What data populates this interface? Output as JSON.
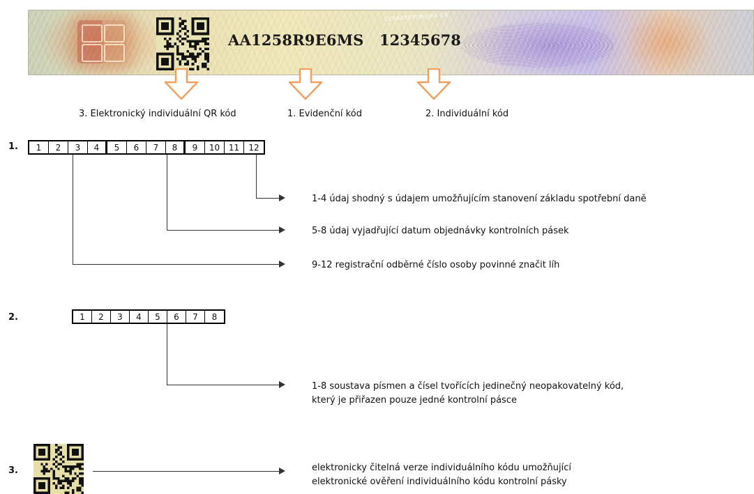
{
  "stamp": {
    "brand_text": "CESKAKEPUBLIKA CR",
    "evidence_code": "AA1258R9E6MS",
    "individual_code": "12345678"
  },
  "labels": {
    "qr": "3. Elektronický individuální QR kód",
    "evidence": "1. Evidenční kód",
    "individual": "2. Individuální kód"
  },
  "section1": {
    "number": "1.",
    "cells": [
      "1",
      "2",
      "3",
      "4",
      "5",
      "6",
      "7",
      "8",
      "9",
      "10",
      "11",
      "12"
    ],
    "descriptions": [
      "1-4 údaj shodný s údajem umožňujícím stanovení základu spotřební daně",
      "5-8 údaj vyjadřující datum objednávky kontrolních pásek",
      "9-12 registrační odběrné číslo osoby povinné značit líh"
    ]
  },
  "section2": {
    "number": "2.",
    "cells": [
      "1",
      "2",
      "3",
      "4",
      "5",
      "6",
      "7",
      "8"
    ],
    "description_lines": [
      "1-8 soustava písmen a čísel tvořících jedinečný neopakovatelný kód,",
      "který je přiřazen pouze jedné kontrolní pásce"
    ]
  },
  "section3": {
    "number": "3.",
    "description_lines": [
      "elektronicky čitelná verze individuálního kódu umožňující",
      "elektronické ověření individuálního kódu kontrolní pásky"
    ]
  },
  "colors": {
    "arrow_orange": "#f0a060",
    "line": "#333333"
  }
}
